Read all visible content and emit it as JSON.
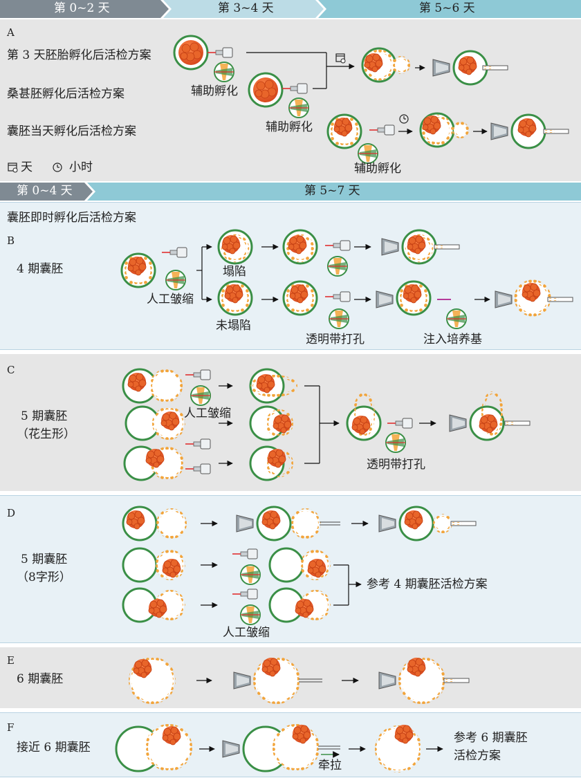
{
  "colors": {
    "zona_green": "#3a8f46",
    "cell_orange": "#f2a43a",
    "icm_red": "#e0561e",
    "header_gray": "#7f8a93",
    "header_light": "#bcdce6",
    "header_teal": "#8ec9d6",
    "panel_gray": "#e6e6e6",
    "panel_blue": "#e8f1f6"
  },
  "icons": [
    "calendar-icon",
    "clock-icon",
    "pipette-icon",
    "laser-icon",
    "biopsy-pipette-icon"
  ],
  "header_top": {
    "seg1": "第 0~2 天",
    "seg2": "第 3~4 天",
    "seg3": "第 5~6 天"
  },
  "panel_a": {
    "letter": "A",
    "row1": "第 3 天胚胎孵化后活检方案",
    "row2": "桑甚胚孵化后活检方案",
    "row3": "囊胚当天孵化后活检方案",
    "assist1": "辅助孵化",
    "assist2": "辅助孵化",
    "assist3": "辅助孵化",
    "legend_day": "天",
    "legend_hour": "小时"
  },
  "header_mid": {
    "seg1": "第 0~4 天",
    "seg2": "第 5~7 天"
  },
  "section_title": "囊胚即时孵化后活检方案",
  "panel_b": {
    "letter": "B",
    "stage": "4 期囊胚",
    "shrink": "人工皱缩",
    "collapsed": "塌陷",
    "not_collapsed": "未塌陷",
    "zona_drill": "透明带打孔",
    "inject": "注入培养基"
  },
  "panel_c": {
    "letter": "C",
    "stage_line1": "5 期囊胚",
    "stage_line2": "（花生形）",
    "shrink": "人工皱缩",
    "zona_drill": "透明带打孔"
  },
  "panel_d": {
    "letter": "D",
    "stage_line1": "5 期囊胚",
    "stage_line2": "（8字形）",
    "refer": "参考 4 期囊胚活检方案",
    "shrink": "人工皱缩"
  },
  "panel_e": {
    "letter": "E",
    "stage": "6 期囊胚"
  },
  "panel_f": {
    "letter": "F",
    "stage": "接近 6 期囊胚",
    "pull": "牵拉",
    "refer_line1": "参考 6 期囊胚",
    "refer_line2": "活检方案"
  }
}
